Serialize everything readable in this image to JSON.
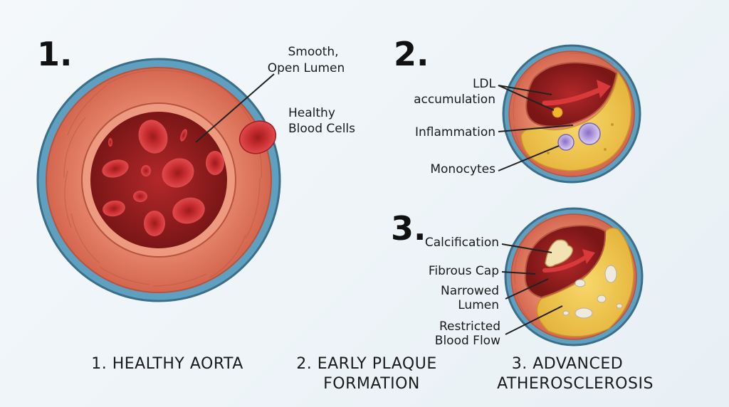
{
  "panel1": {
    "number": "1.",
    "label_lumen": [
      "Smooth,",
      "Open Lumen"
    ],
    "label_cells": [
      "Healthy",
      "Blood Cells"
    ],
    "caption": "1. HEALTHY AORTA"
  },
  "panel2": {
    "number": "2.",
    "label_ldl": [
      "LDL",
      "accumulation"
    ],
    "label_inflammation": "Inflammation",
    "label_monocytes": "Monocytes",
    "caption": [
      "2. EARLY PLAQUE",
      "FORMATION"
    ]
  },
  "panel3": {
    "number": "3.",
    "label_calcification": "Calcification",
    "label_fibrous_cap": "Fibrous Cap",
    "label_narrowed": [
      "Narrowed",
      "Lumen"
    ],
    "label_restricted": [
      "Restricted",
      "Blood Flow"
    ],
    "caption": [
      "3. ADVANCED",
      "ATHEROSCLEROSIS"
    ]
  },
  "colors": {
    "outer_ring": "#5f9fc0",
    "outer_ring_stroke": "#3b6f89",
    "wall": "#e07a63",
    "wall_dark": "#c9573f",
    "inner_ring": "#ec8e74",
    "lumen": "#8e1d1b",
    "lumen_center": "#b3282a",
    "cell": "#d8383d",
    "cell_center": "#a6201f",
    "plaque": "#f3c84a",
    "plaque_dark": "#d9a72c",
    "monocyte": "#b7a6dc",
    "monocyte_core": "#6f55b0",
    "arrow": "#d9393b"
  }
}
